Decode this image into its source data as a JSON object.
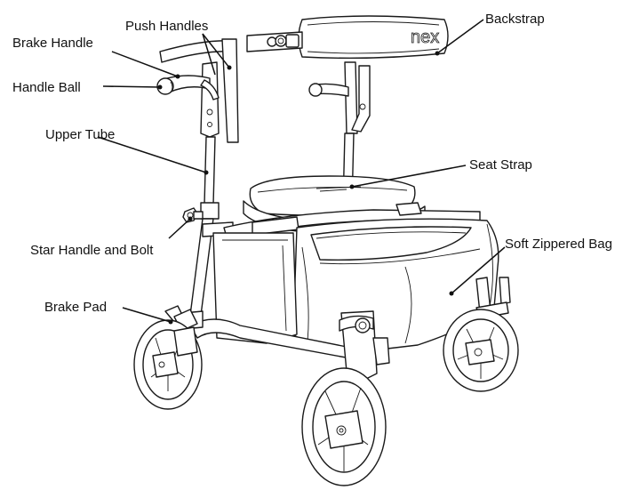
{
  "labels": {
    "push_handles": "Push Handles",
    "backstrap": "Backstrap",
    "brake_handle": "Brake Handle",
    "handle_ball": "Handle Ball",
    "upper_tube": "Upper Tube",
    "seat_strap": "Seat Strap",
    "soft_zippered_bag": "Soft Zippered Bag",
    "star_handle_and_bolt": "Star Handle and Bolt",
    "brake_pad": "Brake Pad"
  },
  "logo_text": "nex"
}
